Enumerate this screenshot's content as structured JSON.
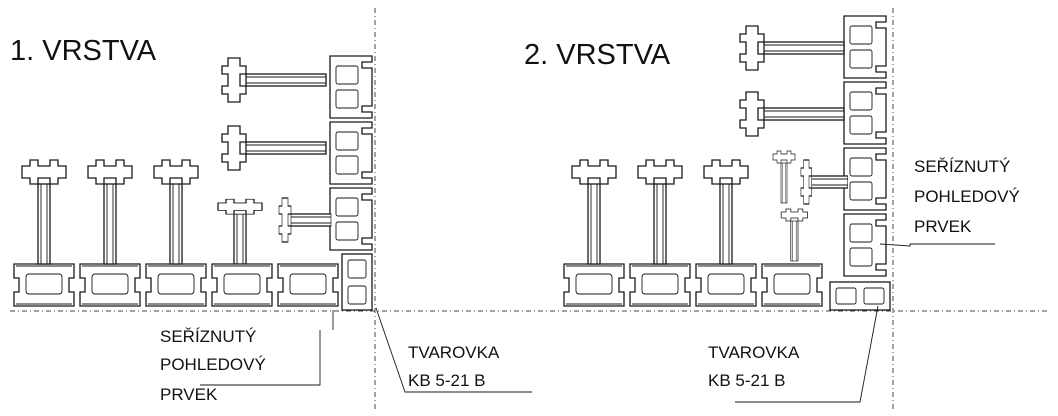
{
  "layer1": {
    "title": "1.  VRSTVA",
    "label_cut": [
      "SEŘÍZNUTÝ",
      "POHLEDOVÝ",
      "PRVEK"
    ],
    "label_block": [
      "TVAROVKA",
      "KB 5-21 B"
    ]
  },
  "layer2": {
    "title": "2.  VRSTVA",
    "label_cut": [
      "SEŘÍZNUTÝ",
      "POHLEDOVÝ",
      "PRVEK"
    ],
    "label_block": [
      "TVAROVKA",
      "KB 5-21 B"
    ]
  }
}
